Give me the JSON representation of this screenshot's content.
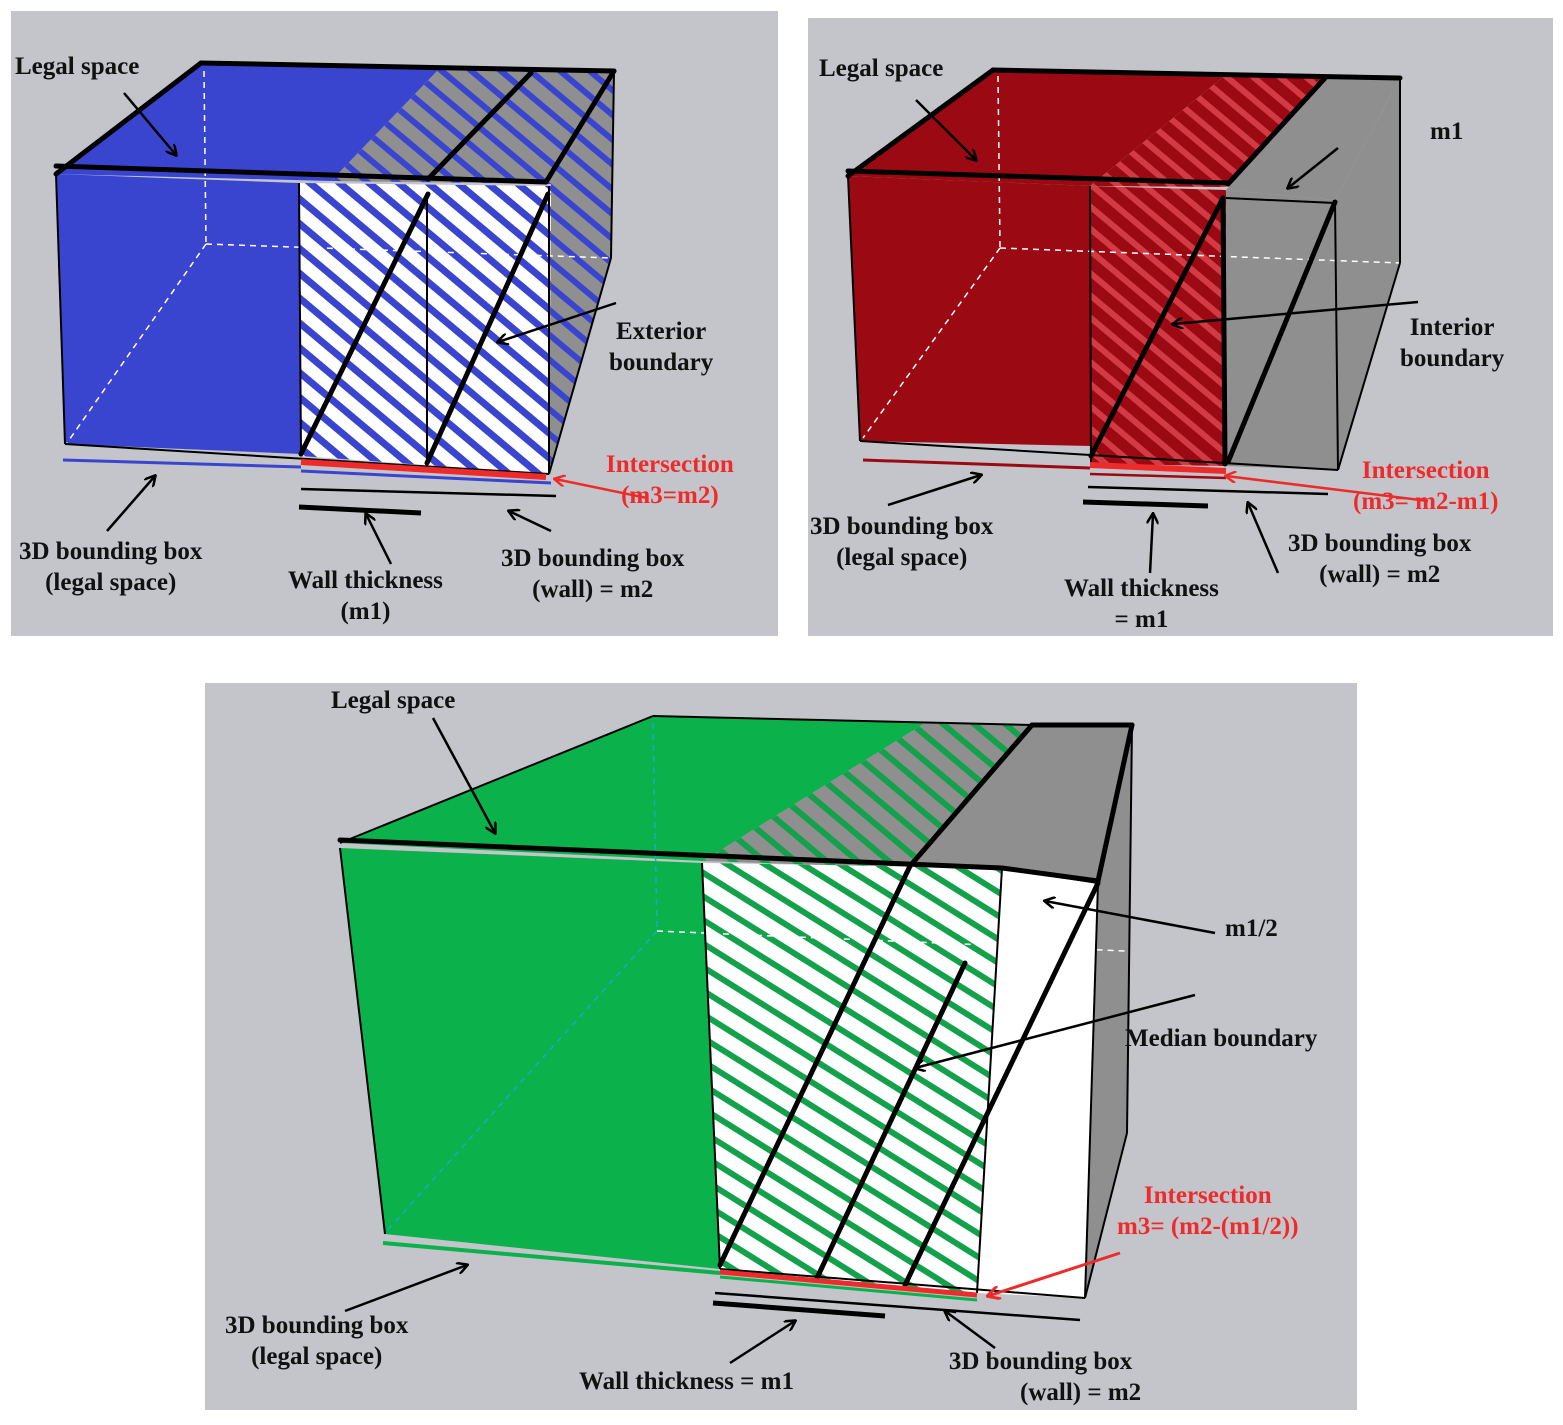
{
  "panels": [
    {
      "id": "exterior",
      "fill_color": "#3a45cf",
      "hatch_color": "#3a45cf",
      "labels": {
        "legal_space": "Legal space",
        "boundary": [
          "Exterior",
          "boundary"
        ],
        "intersection": [
          "Intersection",
          "(m3=m2)"
        ],
        "bbox_legal": [
          "3D bounding box",
          "(legal space)"
        ],
        "wall_thickness": [
          "Wall thickness",
          "(m1)"
        ],
        "bbox_wall": [
          "3D bounding box",
          "(wall) = m2"
        ]
      }
    },
    {
      "id": "interior",
      "fill_color": "#9b0a12",
      "hatch_color": "#d23b43",
      "labels": {
        "legal_space": "Legal space",
        "m1": "m1",
        "boundary": [
          "Interior",
          "boundary"
        ],
        "intersection": [
          "Intersection",
          "(m3= m2-m1)"
        ],
        "bbox_legal": [
          "3D bounding box",
          "(legal space)"
        ],
        "wall_thickness": [
          "Wall thickness",
          "= m1"
        ],
        "bbox_wall": [
          "3D bounding box",
          "(wall)  = m2"
        ]
      }
    },
    {
      "id": "median",
      "fill_color": "#0bb14a",
      "hatch_color": "#13a14b",
      "labels": {
        "legal_space": "Legal space",
        "m1_half": "m1/2",
        "boundary": "Median boundary",
        "intersection": [
          "Intersection",
          "m3= (m2-(m1/2))"
        ],
        "bbox_legal": [
          "3D bounding box",
          "(legal space)"
        ],
        "wall_thickness": "Wall thickness = m1",
        "bbox_wall": [
          "3D bounding box",
          "(wall) = m2"
        ]
      }
    }
  ],
  "colors": {
    "background": "#c3c5cb",
    "wall_gray": "#8f8f8f",
    "line": "#000000",
    "intersection_red": "#ee2b2b"
  }
}
